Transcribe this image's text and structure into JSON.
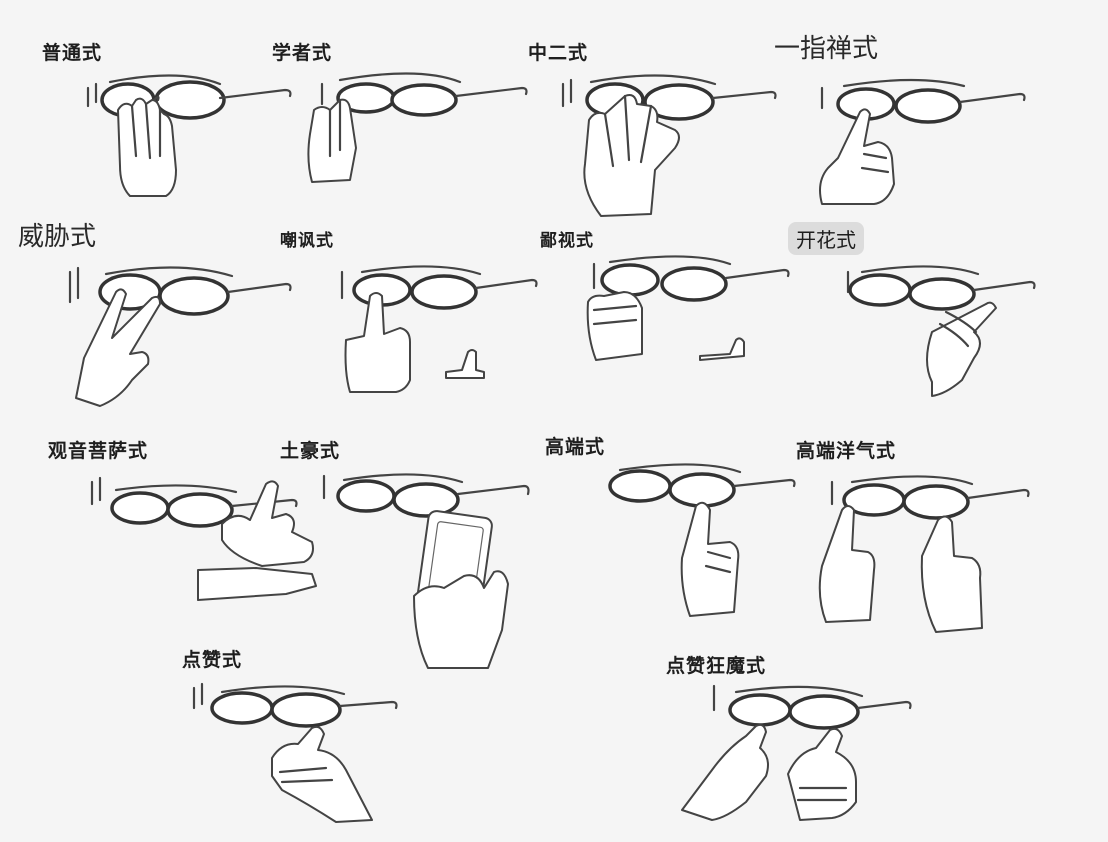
{
  "gestures": [
    {
      "id": "g1",
      "label": "普通式"
    },
    {
      "id": "g2",
      "label": "学者式"
    },
    {
      "id": "g3",
      "label": "中二式"
    },
    {
      "id": "g4",
      "label": "一指禅式"
    },
    {
      "id": "g5",
      "label": "威胁式"
    },
    {
      "id": "g6",
      "label": "嘲讽式"
    },
    {
      "id": "g7",
      "label": "鄙视式"
    },
    {
      "id": "g8",
      "label": "开花式"
    },
    {
      "id": "g9",
      "label": "观音菩萨式"
    },
    {
      "id": "g10",
      "label": "土豪式"
    },
    {
      "id": "g11",
      "label": "高端式"
    },
    {
      "id": "g12",
      "label": "高端洋气式"
    },
    {
      "id": "g13",
      "label": "点赞式"
    },
    {
      "id": "g14",
      "label": "点赞狂魔式"
    }
  ]
}
